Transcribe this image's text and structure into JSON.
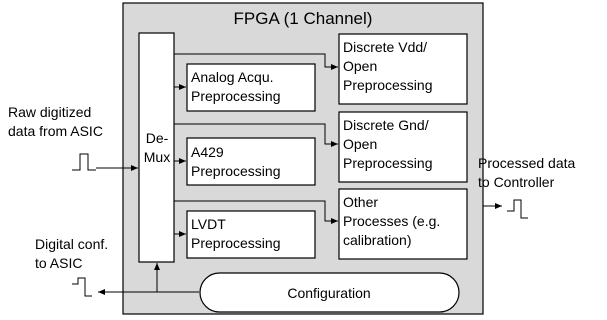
{
  "title": "FPGA (1 Channel)",
  "demux": {
    "line1": "De-",
    "line2": "Mux"
  },
  "blocks": {
    "analog": {
      "line1": "Analog Acqu.",
      "line2": "Preprocessing"
    },
    "a429": {
      "line1": "A429",
      "line2": "Preprocessing"
    },
    "lvdt": {
      "line1": "LVDT",
      "line2": "Preprocessing"
    },
    "discrete_vdd": {
      "line1": "Discrete Vdd/",
      "line2": "Open",
      "line3": "Preprocessing"
    },
    "discrete_gnd": {
      "line1": "Discrete Gnd/",
      "line2": "Open",
      "line3": "Preprocessing"
    },
    "other": {
      "line1": "Other",
      "line2": "Processes (e.g.",
      "line3": "calibration)"
    },
    "configuration": {
      "label": "Configuration"
    }
  },
  "external": {
    "raw_input": {
      "line1": "Raw digitized",
      "line2": "data from ASIC"
    },
    "processed_output": {
      "line1": "Processed data",
      "line2": "to Controller"
    },
    "digital_conf": {
      "line1": "Digital conf.",
      "line2": "to ASIC"
    }
  },
  "colors": {
    "fpga_fill": "#d9d9d9",
    "block_fill": "#ffffff",
    "stroke": "#000000"
  }
}
